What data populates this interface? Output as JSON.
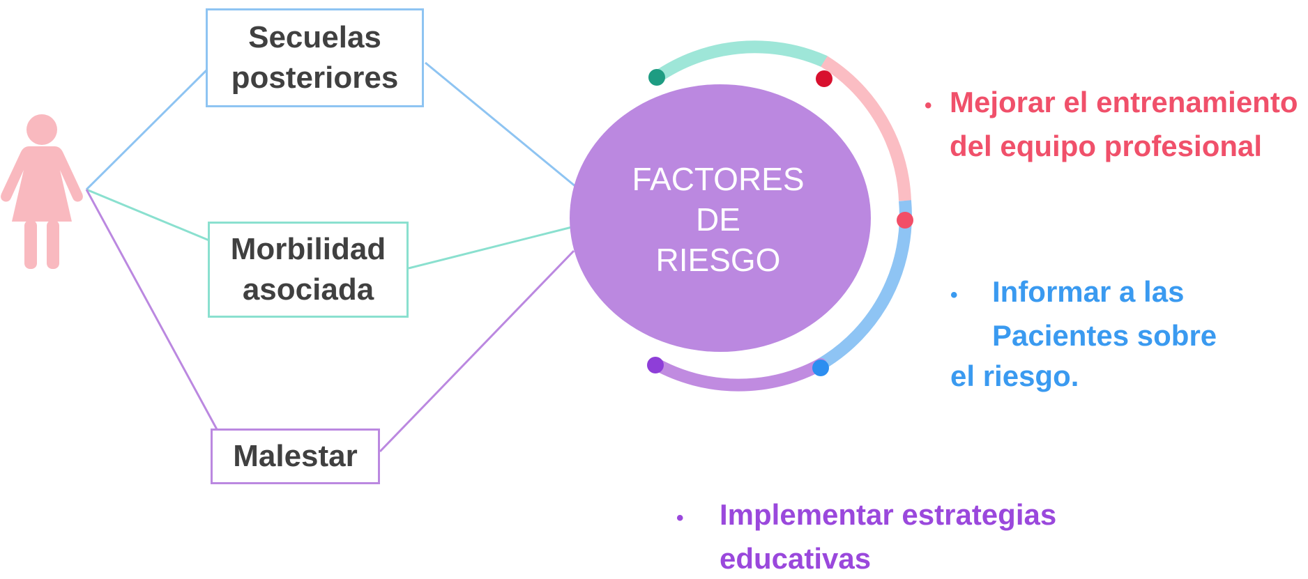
{
  "colors": {
    "woman": "#f9b9bf",
    "blue": "#8ec4f2",
    "teal": "#8ae0cf",
    "purple": "#bb88e0",
    "circle_fill": "#bb88e0",
    "arc_teal": "#9ee6d8",
    "arc_pink": "#fbbdc3",
    "arc_blue": "#8ec4f4",
    "arc_purple": "#c08be0",
    "dot_teal": "#1e9c82",
    "dot_red": "#d8102e",
    "dot_pink": "#f24e67",
    "dot_blue": "#2c8ef0",
    "dot_purple": "#8e3ed8",
    "text_pink": "#f0506a",
    "text_blue": "#3a9af0",
    "text_purple": "#9a48dc"
  },
  "icons": {
    "person": "woman-icon"
  },
  "boxes": {
    "secuelas": {
      "line1": "Secuelas",
      "line2": "posteriores"
    },
    "morbilidad": {
      "line1": "Morbilidad",
      "line2": "asociada"
    },
    "malestar": {
      "line1": "Malestar"
    }
  },
  "center": {
    "line1": "FACTORES",
    "line2": "DE",
    "line3": "RIESGO"
  },
  "actions": {
    "entrenamiento": {
      "bullet": "•",
      "line1": "Mejorar el entrenamiento",
      "line2": "del equipo profesional"
    },
    "informar": {
      "bullet": "•",
      "line1": "Informar a las",
      "line2": "Pacientes sobre",
      "line3": "el riesgo."
    },
    "estrategias": {
      "bullet": "•",
      "line1": "Implementar estrategias",
      "line2": "educativas"
    }
  }
}
